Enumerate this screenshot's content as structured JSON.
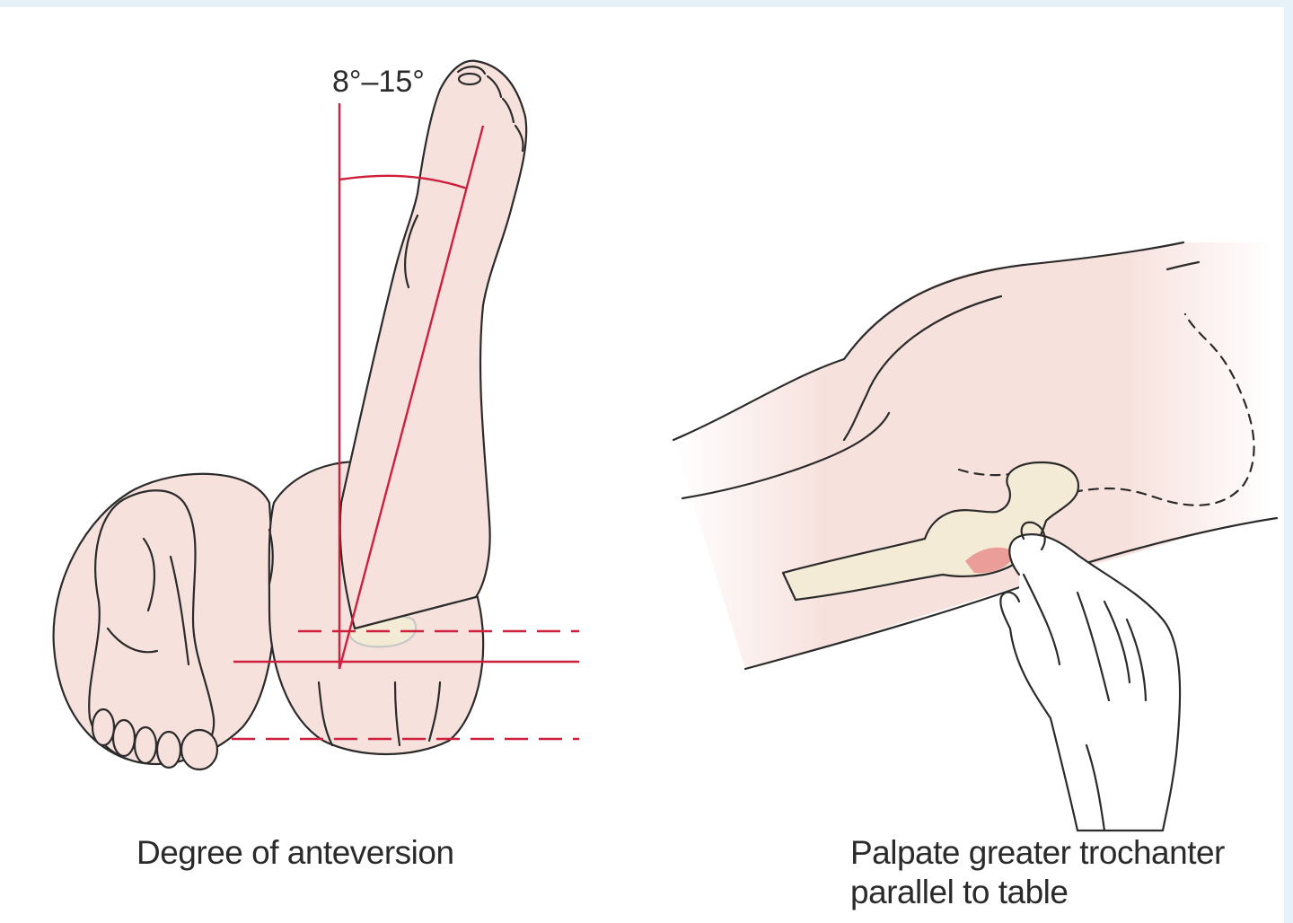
{
  "colors": {
    "skin": "#f7e1dd",
    "skin_shade": "#f0cfc9",
    "outline": "#2b2b2b",
    "reference_line": "#d01f3c",
    "bone": "#f3ebd6",
    "highlight": "#e88a8a",
    "frame_border": "#e6f2f8"
  },
  "left_panel": {
    "angle_label": "8°–15°",
    "caption": "Degree of anteversion"
  },
  "right_panel": {
    "caption_line1": "Palpate greater trochanter",
    "caption_line2": "parallel to table"
  }
}
